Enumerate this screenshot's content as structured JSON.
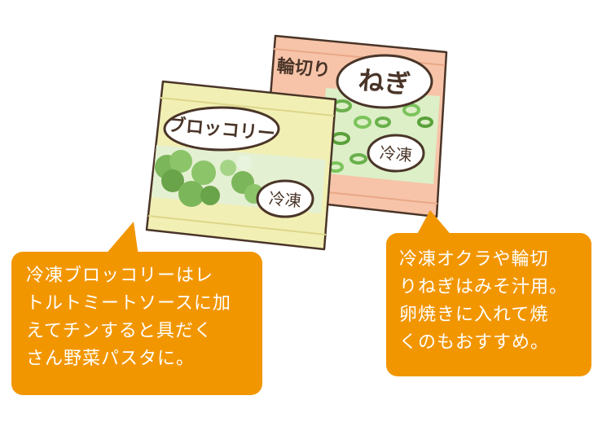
{
  "colors": {
    "bubble": "#f29600",
    "bubble_text": "#ffffff",
    "broccoli_package": "#f2efb4",
    "negi_package": "#f7c4a9",
    "outline": "#4a3528"
  },
  "packages": {
    "broccoli": {
      "name": "ブロッコリー",
      "tag": "冷凍"
    },
    "negi": {
      "prefix": "輪切り",
      "name": "ねぎ",
      "tag": "冷凍"
    }
  },
  "bubbles": {
    "left": {
      "lines": [
        "冷凍ブロッコリーはレ",
        "トルトミートソースに加",
        "えてチンすると具だく",
        "さん野菜パスタに。"
      ]
    },
    "right": {
      "lines": [
        "冷凍オクラや輪切",
        "りねぎはみそ汁用。",
        "卵焼きに入れて焼",
        "くのもおすすめ。"
      ]
    }
  }
}
